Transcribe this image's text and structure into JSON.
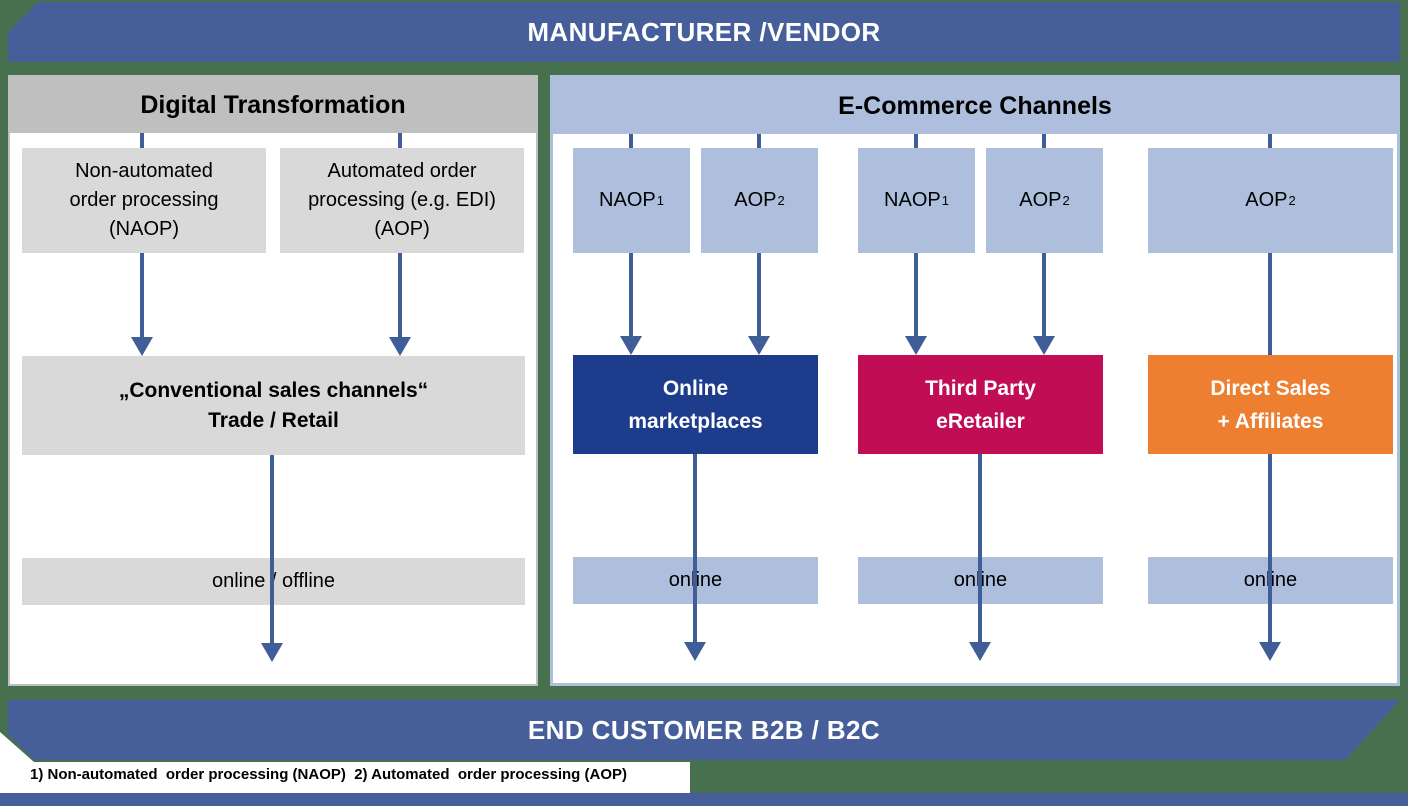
{
  "colors": {
    "banner_blue": "#465f9b",
    "canvas_green": "#47704f",
    "panel_gray": "#bfbfbf",
    "box_gray": "#d9d9d9",
    "panel_blue": "#adbfdc",
    "box_blue": "#adbfdc",
    "arrow_blue": "#3f5e97",
    "channel_dark_blue": "#1e3c8c",
    "channel_crimson": "#c00d56",
    "channel_orange": "#ee7f31"
  },
  "top_banner": {
    "label": "MANUFACTURER /VENDOR"
  },
  "bottom_banner": {
    "label": "END CUSTOMER B2B / B2C"
  },
  "left_panel": {
    "title": "Digital Transformation",
    "source_boxes": [
      {
        "lines": [
          "Non-automated",
          "order processing",
          "(NAOP)"
        ]
      },
      {
        "lines": [
          "Automated order",
          "processing (e.g. EDI)",
          "(AOP)"
        ]
      }
    ],
    "conventional_box": {
      "line1": "„Conventional sales channels“",
      "line2": "Trade / Retail"
    },
    "mode_box": "online / offline"
  },
  "right_panel": {
    "title": "E-Commerce Channels",
    "groups": [
      {
        "inputs": [
          {
            "label": "NAOP",
            "sup": "1"
          },
          {
            "label": "AOP",
            "sup": "2"
          }
        ],
        "channel": {
          "line1": "Online",
          "line2": "marketplaces",
          "color": "#1e3c8c"
        },
        "mode": "online"
      },
      {
        "inputs": [
          {
            "label": "NAOP",
            "sup": "1"
          },
          {
            "label": "AOP",
            "sup": "2"
          }
        ],
        "channel": {
          "line1": "Third Party",
          "line2": "eRetailer",
          "color": "#c00d56"
        },
        "mode": "online"
      },
      {
        "inputs": [
          {
            "label": "AOP",
            "sup": "2"
          }
        ],
        "channel": {
          "line1": "Direct Sales",
          "line2": "+ Affiliates",
          "color": "#ee7f31"
        },
        "mode": "online"
      }
    ]
  },
  "footnote": "1) Non-automated  order processing (NAOP)  2) Automated  order processing (AOP)"
}
